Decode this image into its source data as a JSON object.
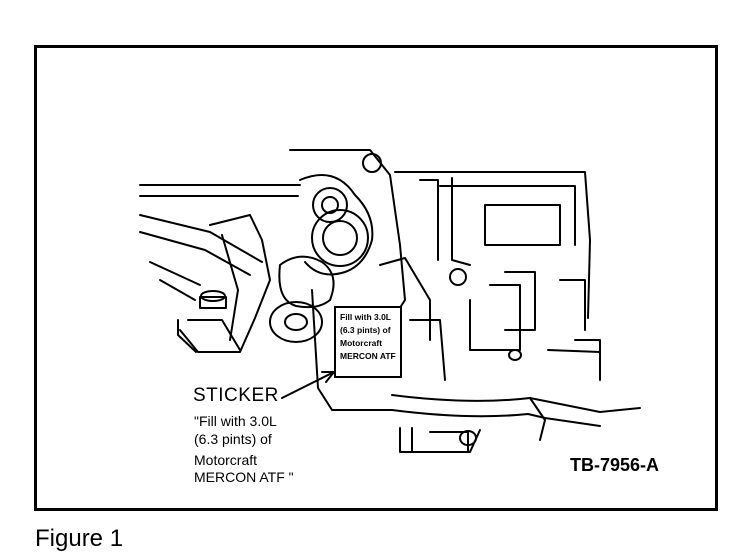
{
  "figure": {
    "caption": "Figure 1",
    "code": "TB-7956-A"
  },
  "sticker_callout": {
    "title": "STICKER",
    "lines": [
      "\"Fill with 3.0L",
      "(6.3 pints) of",
      "Motorcraft",
      "MERCON ATF \""
    ]
  },
  "sticker_label": {
    "lines": [
      "Fill with 3.0L",
      "(6.3 pints) of",
      "Motorcraft",
      "MERCON ATF"
    ]
  }
}
